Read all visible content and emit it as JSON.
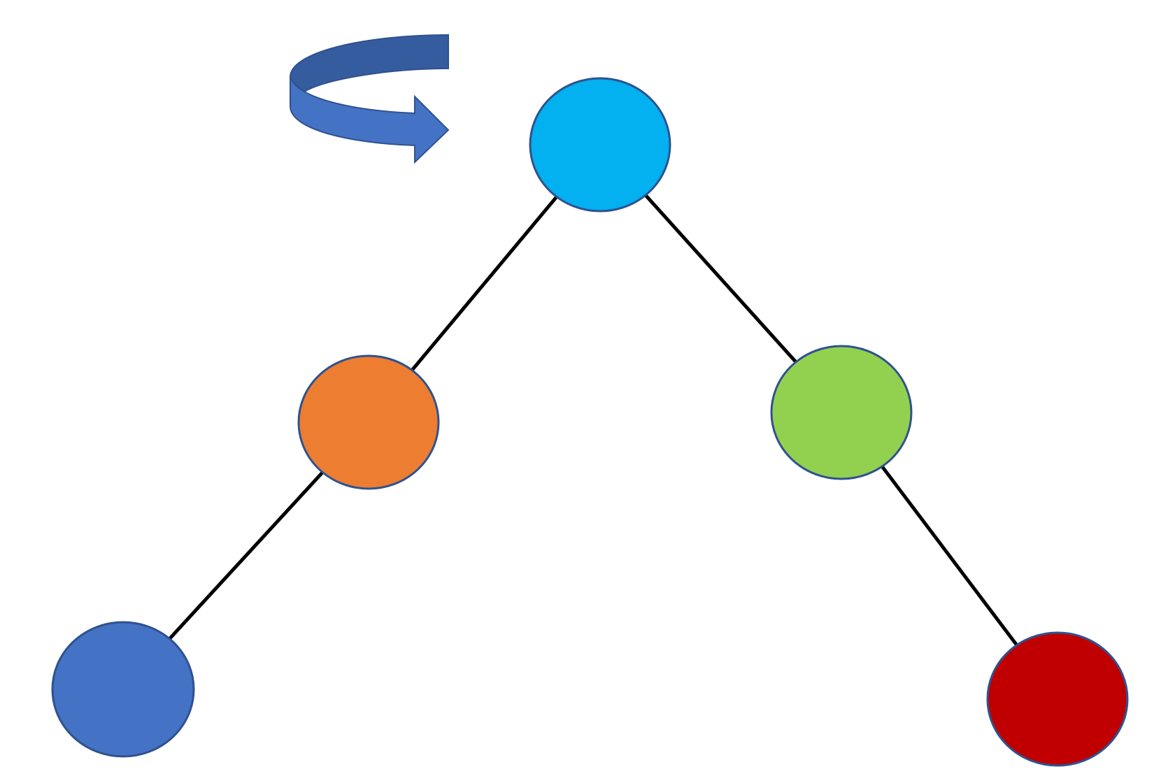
{
  "diagram": {
    "type": "tree",
    "nodes": [
      {
        "id": "root",
        "color": "#03B0F0",
        "outline": "#2F528F"
      },
      {
        "id": "left-child",
        "color": "#ED7D31",
        "outline": "#2F528F"
      },
      {
        "id": "right-child",
        "color": "#92D050",
        "outline": "#2F528F"
      },
      {
        "id": "left-grandchild",
        "color": "#4472C4",
        "outline": "#2F528F"
      },
      {
        "id": "right-grandchild",
        "color": "#C00000",
        "outline": "#2F528F"
      }
    ],
    "edges": [
      {
        "from": "root",
        "to": "left-child"
      },
      {
        "from": "root",
        "to": "right-child"
      },
      {
        "from": "left-child",
        "to": "left-grandchild"
      },
      {
        "from": "right-child",
        "to": "right-grandchild"
      }
    ],
    "edge_color": "#000000",
    "rotation_arrow": {
      "icon": "rotate-clockwise-icon",
      "front_color": "#4472C4",
      "back_color": "#345C9E",
      "outline": "#2F528F"
    }
  }
}
